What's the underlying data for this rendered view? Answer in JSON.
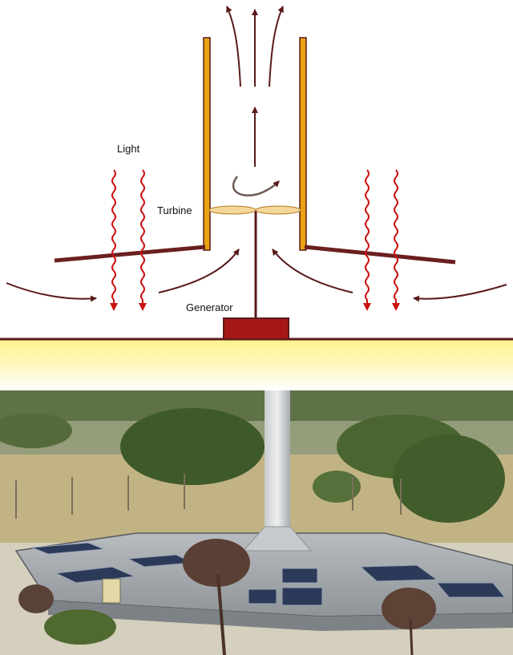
{
  "labels": {
    "light": "Light",
    "turbine": "Turbine",
    "generator": "Generator"
  },
  "colors": {
    "chimney_wall": "#e8a312",
    "collector_roof": "#6b1f1f",
    "air_flow": "#5a1a1a",
    "light_rays": "#cc1111",
    "generator": "#a61818",
    "turbine_blade": "#f6d79a",
    "ground_glow": "#fff6a0"
  },
  "icons": [
    "up-arrow-icon",
    "curved-arrow-icon",
    "wavy-light-arrow-icon"
  ],
  "photo": {
    "subject": "solar-updraft-tower-photo"
  }
}
